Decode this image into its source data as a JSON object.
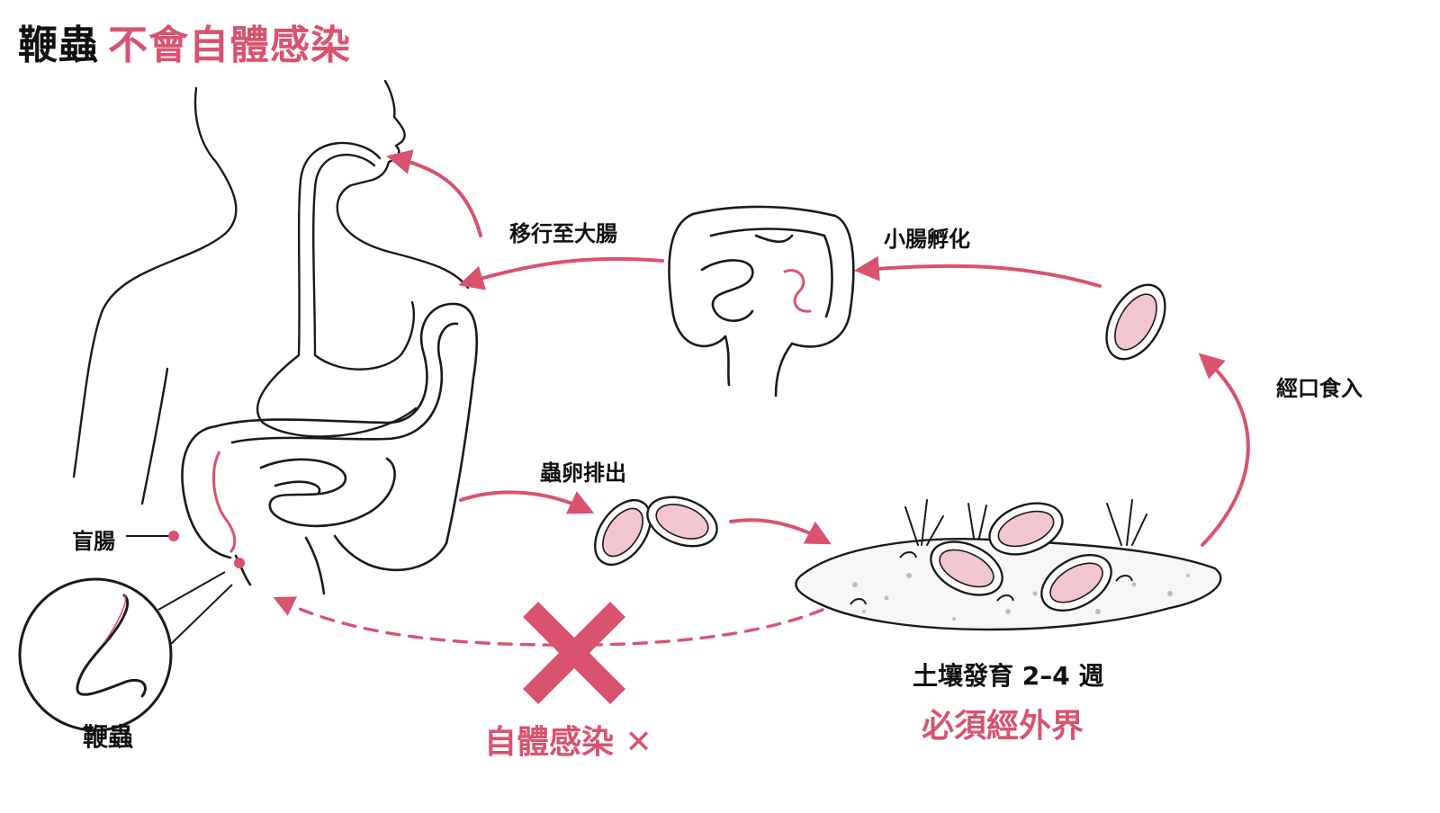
{
  "title": {
    "part1": "鞭蟲",
    "part2": "不會自體感染"
  },
  "labels": {
    "migrate": "移行至大腸",
    "hatch": "小腸孵化",
    "oral": "經口食入",
    "eggs_out": "蟲卵排出",
    "cecum": "盲腸",
    "whipworm": "鞭蟲",
    "soil": "土壤發育 2–4 週",
    "must_external": "必須經外界",
    "autoinfection": "自體感染 ✕"
  },
  "colors": {
    "accent": "#d9536e",
    "ink": "#111111",
    "egg_fill": "#f2c6cf",
    "egg_dots": "#c23b58"
  },
  "icons": [
    "cross-mark-icon",
    "grass-icon",
    "whipworm-icon"
  ]
}
